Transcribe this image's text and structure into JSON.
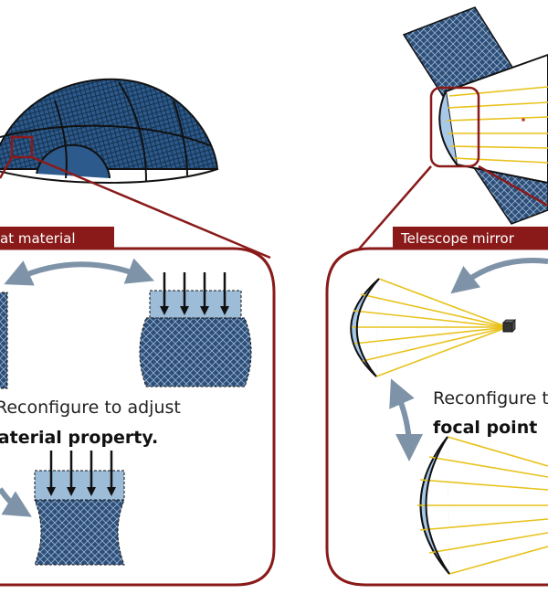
{
  "panels": {
    "habitat": {
      "tab_label": "Habitat material",
      "caption_line1": "Reconfigure to adjust",
      "caption_line2_bold": "material property",
      "caption_line2_end": "."
    },
    "telescope": {
      "tab_label": "Telescope mirror",
      "caption_line1": "Reconfigure to adjust",
      "caption_line2_bold": "focal point"
    }
  },
  "colors": {
    "panel_border": "#8a1a1a",
    "tab_fill": "#8a1a1a",
    "lattice_dark": "#2c5a8c",
    "lattice_light": "#9cbcd8",
    "ray": "#e8c21a",
    "arrow_grey": "#7e93a8",
    "mirror_back": "#a8c8e8"
  },
  "icons": [
    "dome-habitat-icon",
    "telescope-satellite-icon",
    "force-arrows-icon",
    "focal-point-icon"
  ]
}
